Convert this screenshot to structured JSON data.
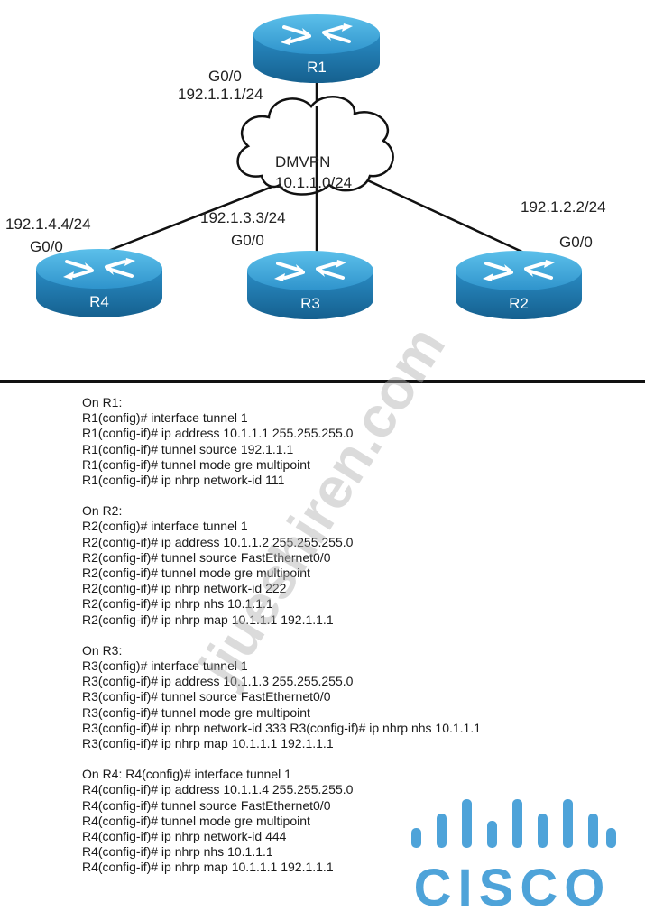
{
  "diagram": {
    "routers": [
      {
        "id": "r1",
        "name": "R1"
      },
      {
        "id": "r2",
        "name": "R2"
      },
      {
        "id": "r3",
        "name": "R3"
      },
      {
        "id": "r4",
        "name": "R4"
      }
    ],
    "cloud_label_1": "DMVPN",
    "cloud_label_2": "10.1.1.0/24",
    "r1_interface": "G0/0",
    "r1_ip": "192.1.1.1/24",
    "r2_ip": "192.1.2.2/24",
    "r2_interface": "G0/0",
    "r3_ip": "192.1.3.3/24",
    "r3_interface": "G0/0",
    "r4_ip": "192.1.4.4/24",
    "r4_interface": "G0/0"
  },
  "config": [
    {
      "lines": [
        "On R1:",
        "R1(config)# interface tunnel 1",
        "R1(config-if)# ip address 10.1.1.1 255.255.255.0",
        "R1(config-if)# tunnel source 192.1.1.1",
        "R1(config-if)# tunnel mode gre multipoint",
        "R1(config-if)# ip nhrp network-id 111"
      ]
    },
    {
      "lines": [
        "On R2:",
        "R2(config)# interface tunnel 1",
        "R2(config-if)# ip address 10.1.1.2 255.255.255.0",
        "R2(config-if)# tunnel source FastEthernet0/0",
        "R2(config-if)# tunnel mode gre multipoint",
        "R2(config-if)# ip nhrp network-id 222",
        "R2(config-if)# ip nhrp nhs 10.1.1.1",
        "R2(config-if)# ip nhrp map 10.1.1.1 192.1.1.1"
      ]
    },
    {
      "lines": [
        "On R3:",
        "R3(config)# interface tunnel 1",
        "R3(config-if)# ip address 10.1.1.3 255.255.255.0",
        "R3(config-if)# tunnel source FastEthernet0/0",
        "R3(config-if)# tunnel mode gre multipoint",
        "R3(config-if)# ip nhrp network-id 333 R3(config-if)# ip nhrp nhs 10.1.1.1",
        "R3(config-if)# ip nhrp map 10.1.1.1 192.1.1.1"
      ]
    },
    {
      "lines": [
        "On R4: R4(config)# interface tunnel 1",
        "R4(config-if)# ip address 10.1.1.4 255.255.255.0",
        "R4(config-if)# tunnel source FastEthernet0/0",
        "R4(config-if)# tunnel mode gre multipoint",
        "R4(config-if)# ip nhrp network-id 444",
        "R4(config-if)# ip nhrp nhs 10.1.1.1",
        "R4(config-if)# ip nhrp map 10.1.1.1 192.1.1.1"
      ]
    }
  ],
  "logo": {
    "text": "CISCO",
    "color": "#4ea3d9"
  },
  "watermark": "jiueshiren.com",
  "colors": {
    "router_top": "#3aa6d9",
    "router_side": "#1f7fb6"
  }
}
